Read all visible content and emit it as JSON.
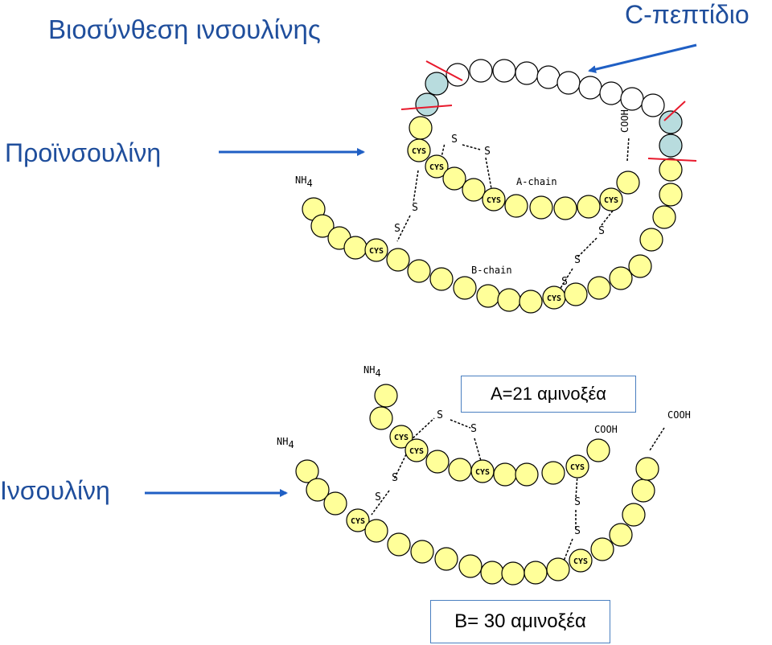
{
  "title": "Βιοσύνθεση ινσουλίνης",
  "c_peptide_label": "C-πεπτίδιο",
  "proinsulin_label": "Προϊνσουλίνη",
  "insulin_label": "Ινσουλίνη",
  "a_count_box": "A=21 αμινοξέα",
  "b_count_box": "B= 30 αμινοξέα",
  "diagram": {
    "nh4": "NH",
    "nh4_sub": "4",
    "cooh": "COOH",
    "cys": "CYS",
    "s": "S",
    "a_chain": "A-chain",
    "b_chain": "B-chain"
  },
  "colors": {
    "title": "#1f4e9c",
    "arrow": "#1f5fc4",
    "bead_fill": "#ffff99",
    "cleavage_bead": "#b8dcde",
    "cut_mark": "#e8192c"
  }
}
